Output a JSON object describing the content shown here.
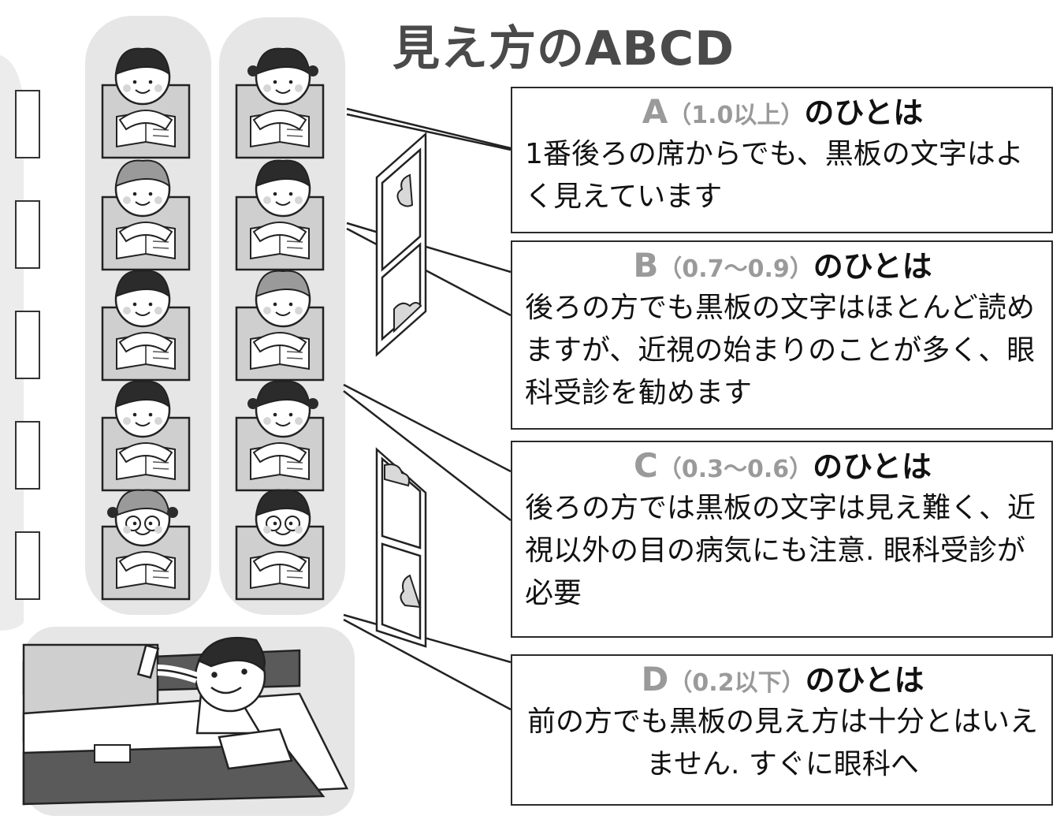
{
  "title": "見え方のABCD",
  "boxes": [
    {
      "grade": "A",
      "range": "（1.0以上）",
      "suffix": "のひとは",
      "body": "1番後ろの席からでも、黒板の文字はよく見えています"
    },
    {
      "grade": "B",
      "range": "（0.7〜0.9）",
      "suffix": "のひとは",
      "body": "後ろの方でも黒板の文字はほとんど読めますが、近視の始まりのことが多く、眼科受診を勧めます"
    },
    {
      "grade": "C",
      "range": "（0.3〜0.6）",
      "suffix": "のひとは",
      "body": "後ろの方では黒板の文字は見え難く、近視以外の目の病気にも注意. 眼科受診が必要"
    },
    {
      "grade": "D",
      "range": "（0.2以下）",
      "suffix": "のひとは",
      "body": "前の方でも黒板の見え方は十分とはいえません. すぐに眼科へ"
    }
  ],
  "colors": {
    "desk": "#cfcfcf",
    "hair": "#2b2b2b",
    "outline": "#222222",
    "halo": "#e6e6e6",
    "floor": "#5a5a5a",
    "grade_label": "#9a9a9a"
  }
}
